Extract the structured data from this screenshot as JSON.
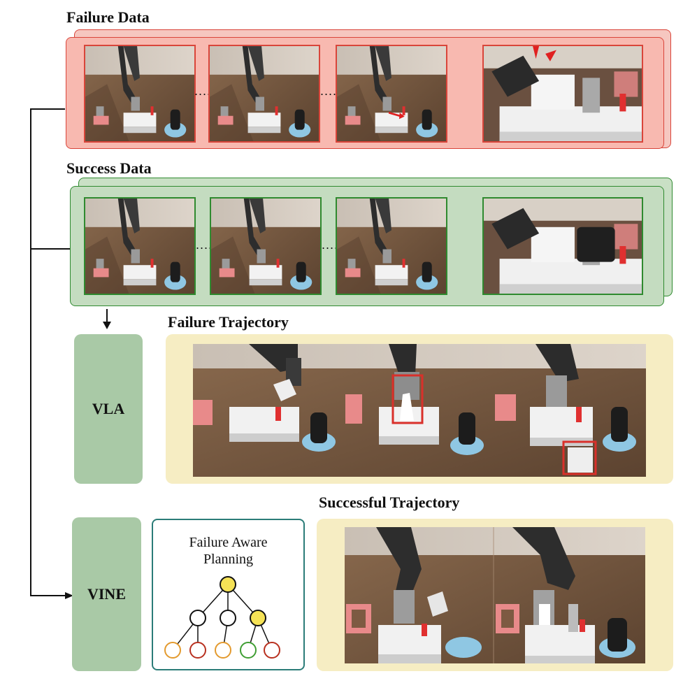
{
  "failure_data": {
    "title": "Failure Data"
  },
  "success_data": {
    "title": "Success Data"
  },
  "failure_trajectory": {
    "title": "Failure Trajectory"
  },
  "successful_trajectory": {
    "title": "Successful Trajectory"
  },
  "vla": {
    "label": "VLA"
  },
  "vine": {
    "label": "VINE"
  },
  "planning": {
    "title_line1": "Failure Aware",
    "title_line2": "Planning",
    "tree": {
      "root": "yellow",
      "level2": [
        "white",
        "white",
        "yellow"
      ],
      "level3": [
        "orange",
        "red",
        "orange",
        "green",
        "red"
      ]
    }
  },
  "colors": {
    "failure_border": "#d9453a",
    "failure_fill": "#f8b9b0",
    "success_border": "#2f8a2f",
    "success_fill": "#c4dcc0",
    "trajectory_fill": "#f6edc3",
    "model_box": "#a9c9a6",
    "tree_yellow": "#f5e256",
    "tree_orange": "#e39a2e",
    "tree_red": "#b8301f",
    "tree_green": "#3f9e33",
    "planning_border": "#2b7c78"
  },
  "separator": "......"
}
